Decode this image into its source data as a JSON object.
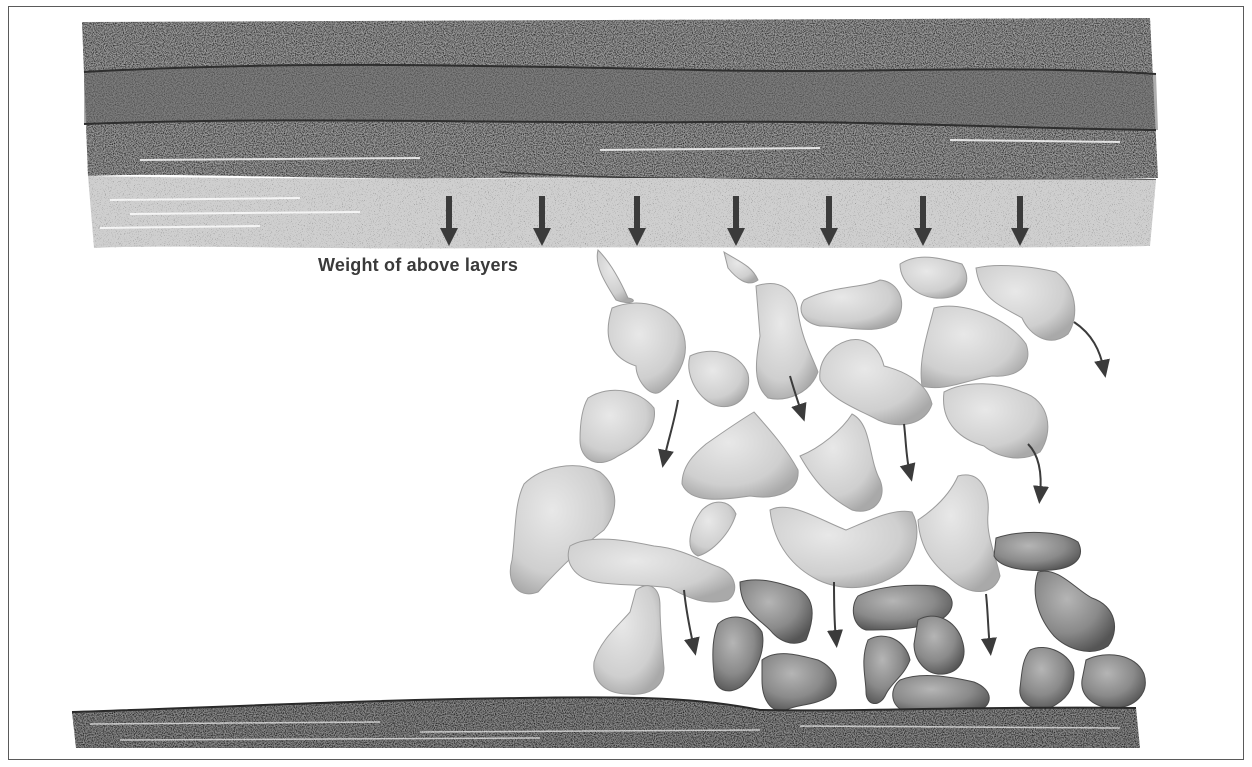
{
  "diagram": {
    "label_weight": "Weight of above layers",
    "colors": {
      "rock_dark": "#6e6e6e",
      "rock_light": "#c9c9c9",
      "grain_light": "#d4d4d4",
      "grain_dark": "#8f8f8f",
      "arrow": "#3b3b3b",
      "frame": "#5a5a5a"
    },
    "parts": [
      "upper-rock-layers",
      "weight-arrows",
      "loose-sediment-grains",
      "compacted-grains",
      "flow-arrows",
      "bedrock-base"
    ]
  }
}
